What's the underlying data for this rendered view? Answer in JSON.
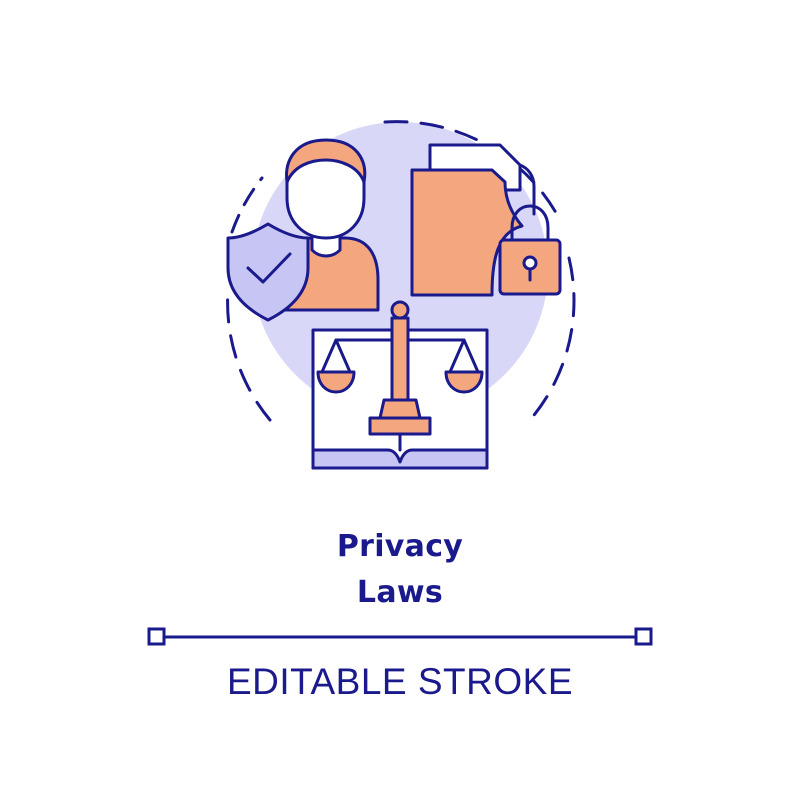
{
  "colors": {
    "outline": "#1a1a8c",
    "accent_fill": "#f4a67e",
    "background_blob": "#d8d7f7",
    "bookbase_fill": "#c7c5f3",
    "paper": "#ffffff",
    "text": "#1a1a8c"
  },
  "icon": {
    "name": "privacy-laws-concept-icon",
    "elements": [
      "dashed-circle-frame",
      "person-icon",
      "shield-check-icon",
      "document-icon",
      "padlock-icon",
      "open-book-icon",
      "scales-of-justice-icon"
    ]
  },
  "title": {
    "line1": "Privacy",
    "line2": "Laws"
  },
  "editable_stroke": {
    "label": "EDITABLE STROKE"
  }
}
